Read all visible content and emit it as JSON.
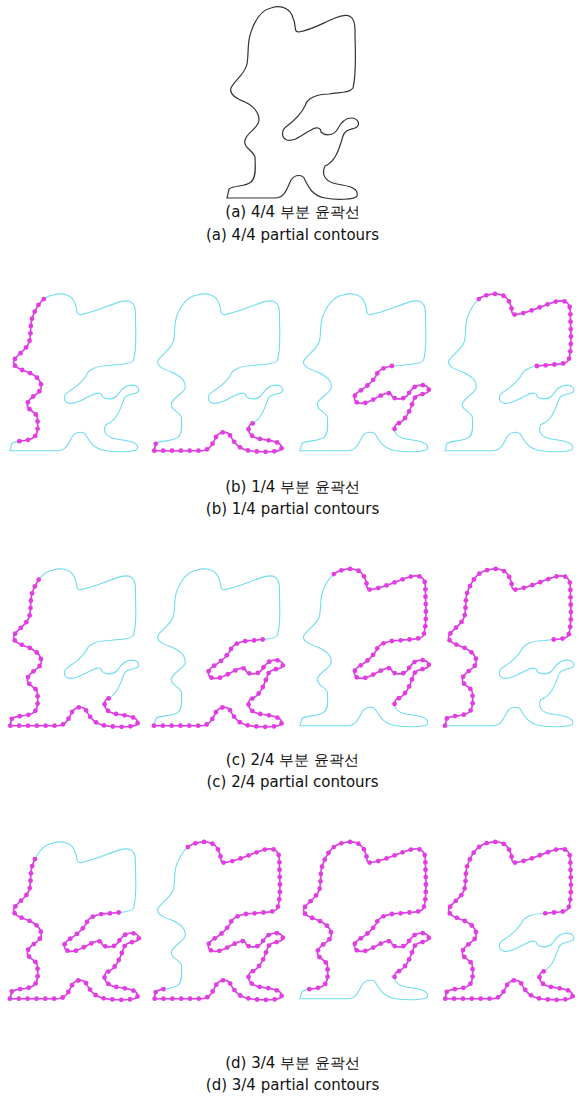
{
  "diagram": {
    "labels": [
      "(a) 4/4 부분 윤곽선",
      "(a) 4/4 partial contours",
      "(b) 1/4 부분 윤곽선",
      "(b) 1/4 partial contours",
      "(c) 2/4 부분 윤곽선",
      "(c) 2/4 partial contours",
      "(d) 3/4 부분 윤곽선",
      "(d) 3/4 partial contours"
    ]
  }
}
